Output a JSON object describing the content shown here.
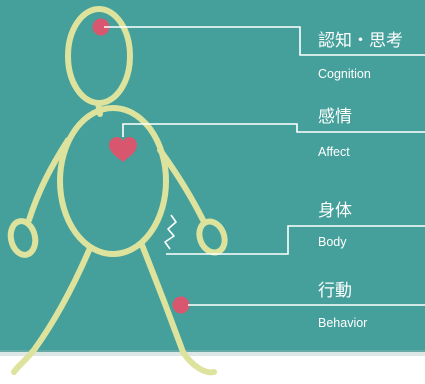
{
  "theme": {
    "background": "#45a09b",
    "floor": "#ffffff",
    "figure_stroke": "#dde39d",
    "marker": "#d8576e",
    "leader_line": "#ffffff",
    "label_text": "#ffffff"
  },
  "labels": [
    {
      "jp": "認知・思考",
      "en": "Cognition",
      "marker": "dot"
    },
    {
      "jp": "感情",
      "en": "Affect",
      "marker": "heart-icon"
    },
    {
      "jp": "身体",
      "en": "Body",
      "marker": "zigzag"
    },
    {
      "jp": "行動",
      "en": "Behavior",
      "marker": "dot"
    }
  ]
}
